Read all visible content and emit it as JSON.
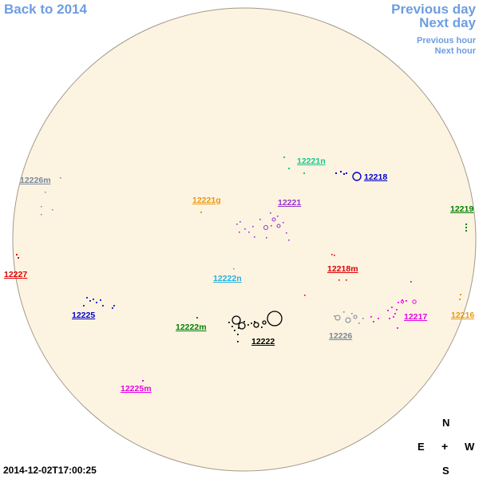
{
  "nav": {
    "back": "Back to 2014",
    "previous_day": "Previous day",
    "next_day": "Next day",
    "previous_hour": "Previous hour",
    "next_hour": "Next hour"
  },
  "compass": {
    "north": "N",
    "south": "S",
    "east": "E",
    "west": "W",
    "center": "+"
  },
  "timestamp": "2014-12-02T17:00:25",
  "colors": {
    "nav_link": "#6d9de2",
    "disk_fill": "#fdf3e1",
    "disk_stroke": "#a09a8c"
  },
  "regions": [
    {
      "id": "12226m",
      "label": "12226m",
      "color": "#778899"
    },
    {
      "id": "12221n",
      "label": "12221n",
      "color": "#16c98a"
    },
    {
      "id": "12218",
      "label": "12218",
      "color": "#0000cc"
    },
    {
      "id": "12221g",
      "label": "12221g",
      "color": "#e89a10"
    },
    {
      "id": "12221",
      "label": "12221",
      "color": "#9932cc"
    },
    {
      "id": "12219",
      "label": "12219",
      "color": "#008000"
    },
    {
      "id": "12227",
      "label": "12227",
      "color": "#e00000"
    },
    {
      "id": "12218m",
      "label": "12218m",
      "color": "#e00000"
    },
    {
      "id": "12222n",
      "label": "12222n",
      "color": "#22b0e0"
    },
    {
      "id": "12225",
      "label": "12225",
      "color": "#0000cc"
    },
    {
      "id": "12222m",
      "label": "12222m",
      "color": "#008000"
    },
    {
      "id": "12222",
      "label": "12222",
      "color": "#000000"
    },
    {
      "id": "12226",
      "label": "12226",
      "color": "#778899"
    },
    {
      "id": "12217",
      "label": "12217",
      "color": "#e600e6"
    },
    {
      "id": "12216",
      "label": "12216",
      "color": "#e89a10"
    },
    {
      "id": "12225m",
      "label": "12225m",
      "color": "#e600e6"
    }
  ]
}
